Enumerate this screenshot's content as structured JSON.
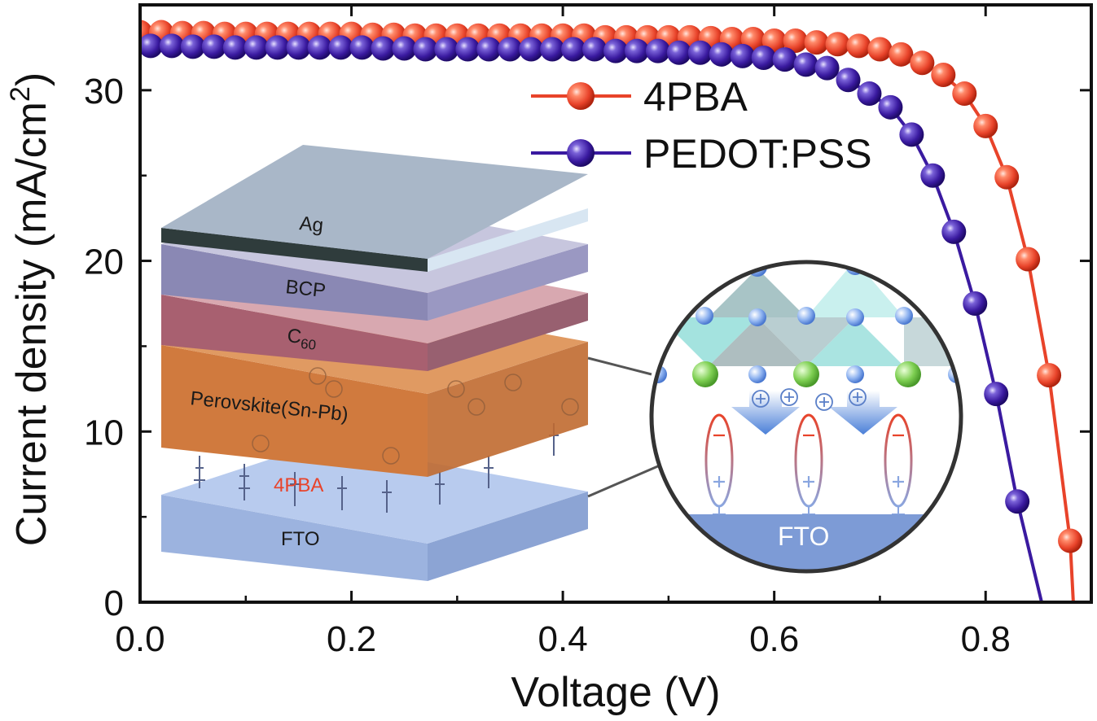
{
  "chart_data": {
    "type": "line",
    "xlabel": "Voltage (V)",
    "ylabel": "Current density (mA/cm",
    "ylabel_sup": "2",
    "ylabel_close": ")",
    "xlim": [
      0,
      0.9
    ],
    "ylim": [
      0,
      35
    ],
    "x_ticks": [
      0.0,
      0.2,
      0.4,
      0.6,
      0.8
    ],
    "x_tick_labels": [
      "0.0",
      "0.2",
      "0.4",
      "0.6",
      "0.8"
    ],
    "y_ticks": [
      0,
      10,
      20,
      30
    ],
    "y_tick_labels": [
      "0",
      "10",
      "20",
      "30"
    ],
    "grid": false,
    "legend_position": "top-right",
    "series": [
      {
        "name": "4PBA",
        "color": "#e8432a",
        "x": [
          0.0,
          0.02,
          0.04,
          0.06,
          0.08,
          0.1,
          0.12,
          0.14,
          0.16,
          0.18,
          0.2,
          0.22,
          0.24,
          0.26,
          0.28,
          0.3,
          0.32,
          0.34,
          0.36,
          0.38,
          0.4,
          0.42,
          0.44,
          0.46,
          0.48,
          0.5,
          0.52,
          0.54,
          0.56,
          0.58,
          0.6,
          0.62,
          0.64,
          0.66,
          0.68,
          0.7,
          0.72,
          0.74,
          0.76,
          0.78,
          0.8,
          0.82,
          0.84,
          0.86,
          0.88
        ],
        "y": [
          33.4,
          33.4,
          33.35,
          33.35,
          33.3,
          33.3,
          33.3,
          33.3,
          33.3,
          33.3,
          33.3,
          33.25,
          33.25,
          33.2,
          33.2,
          33.2,
          33.2,
          33.2,
          33.2,
          33.2,
          33.2,
          33.2,
          33.1,
          33.1,
          33.1,
          33.1,
          33.1,
          33.05,
          33.0,
          33.0,
          32.9,
          32.9,
          32.8,
          32.7,
          32.6,
          32.4,
          32.1,
          31.6,
          30.9,
          29.8,
          27.9,
          24.9,
          20.1,
          13.3,
          3.6
        ],
        "voc": 0.883
      },
      {
        "name": "PEDOT:PSS",
        "color": "#3a1aa0",
        "x": [
          0.01,
          0.03,
          0.05,
          0.07,
          0.09,
          0.11,
          0.13,
          0.15,
          0.17,
          0.19,
          0.21,
          0.23,
          0.25,
          0.27,
          0.29,
          0.31,
          0.33,
          0.35,
          0.37,
          0.39,
          0.41,
          0.43,
          0.45,
          0.47,
          0.49,
          0.51,
          0.53,
          0.55,
          0.57,
          0.59,
          0.61,
          0.63,
          0.65,
          0.67,
          0.69,
          0.71,
          0.73,
          0.75,
          0.77,
          0.79,
          0.81,
          0.83
        ],
        "y": [
          32.6,
          32.6,
          32.55,
          32.55,
          32.5,
          32.5,
          32.5,
          32.5,
          32.5,
          32.5,
          32.5,
          32.45,
          32.45,
          32.4,
          32.4,
          32.4,
          32.4,
          32.4,
          32.4,
          32.4,
          32.4,
          32.4,
          32.3,
          32.3,
          32.3,
          32.2,
          32.2,
          32.1,
          32.0,
          31.9,
          31.8,
          31.5,
          31.3,
          30.6,
          29.8,
          29.0,
          27.4,
          25.0,
          21.7,
          17.5,
          12.2,
          5.9
        ],
        "voc": 0.853
      }
    ]
  },
  "inset": {
    "layers": [
      "Ag",
      "BCP",
      "C60",
      "Perovskite(Sn-Pb)",
      "4PBA",
      "FTO"
    ],
    "c60_base": "C",
    "c60_sub": "60",
    "circle_substrate_label": "FTO",
    "interlayer_label_color": "#e8432a"
  }
}
